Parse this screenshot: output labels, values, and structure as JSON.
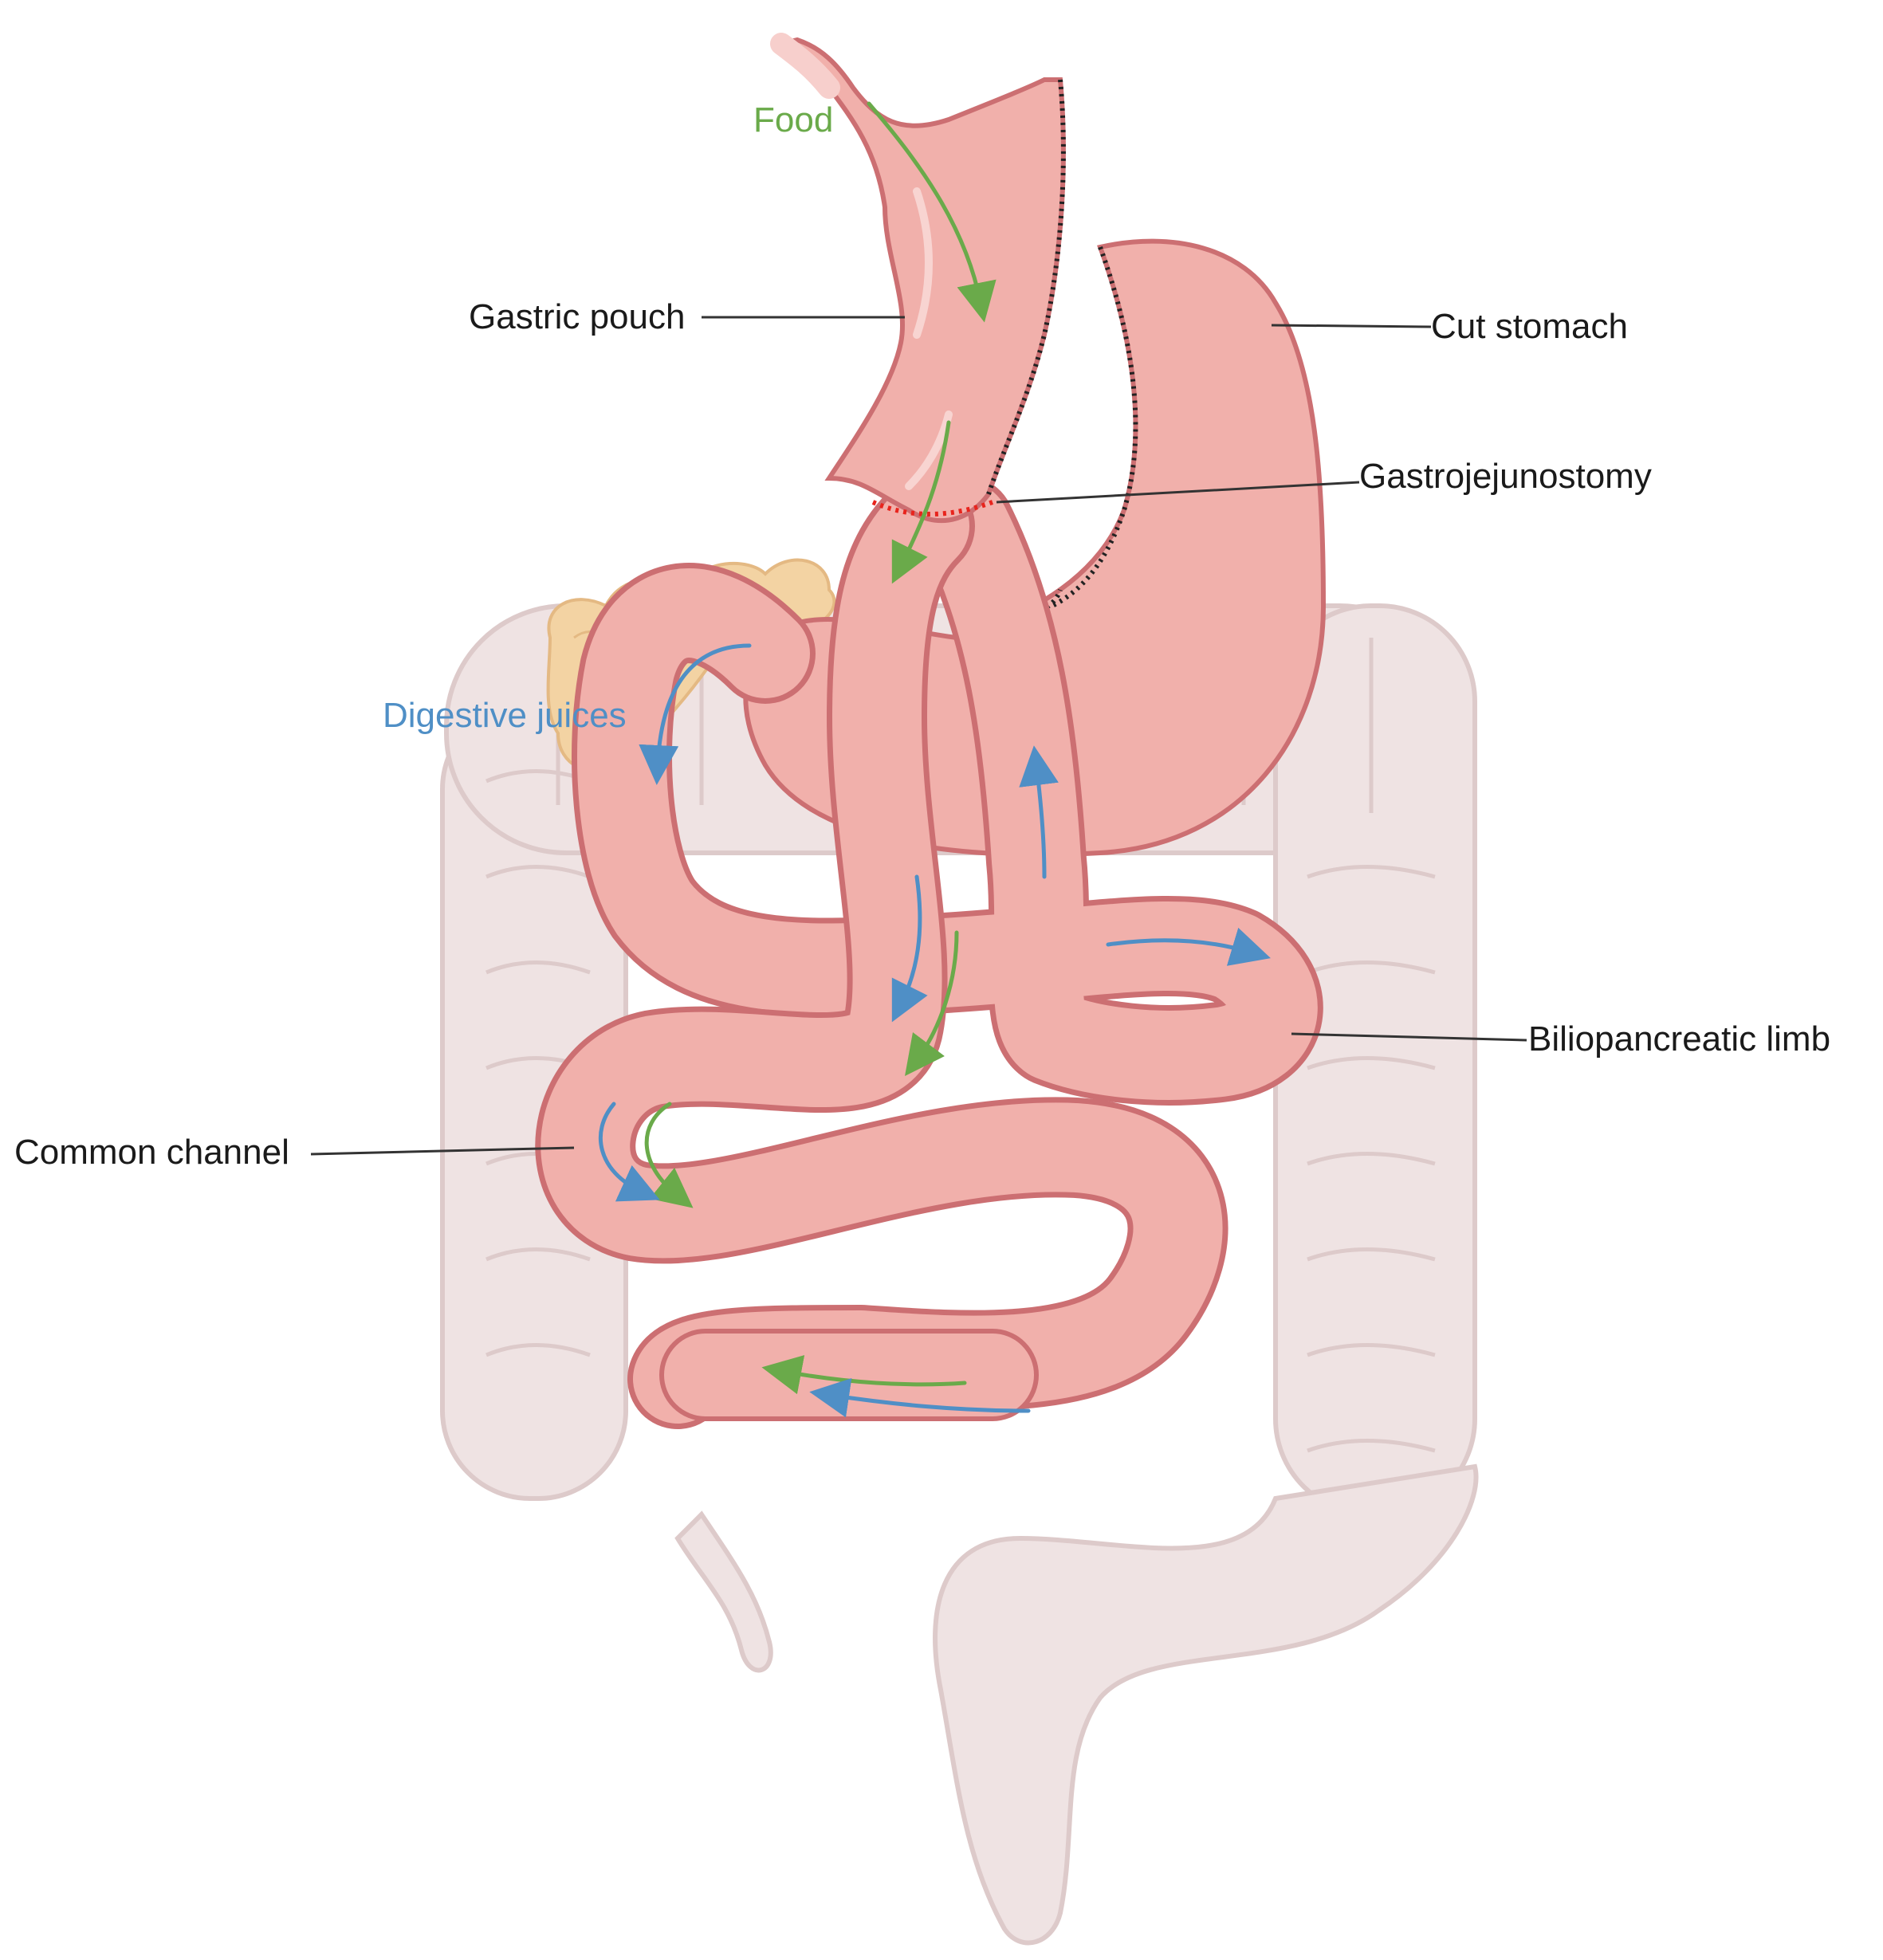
{
  "labels": {
    "food": "Food",
    "gastric_pouch": "Gastric pouch",
    "cut_stomach": "Cut stomach",
    "gastrojejunostomy": "Gastrojejunostomy",
    "digestive_juices": "Digestive juices",
    "biliopancreatic_limb": "Biliopancreatic limb",
    "common_channel": "Common channel"
  },
  "colors": {
    "food_flow": "#6aaa4a",
    "juice_flow": "#4f8fc6",
    "intestine": "#f1b0ab",
    "intestine_outline": "#cc6f72",
    "colon": "#efe3e3",
    "pancreas": "#f3d3a3",
    "anastomosis": "#e8241d",
    "staple_line": "#222222"
  }
}
